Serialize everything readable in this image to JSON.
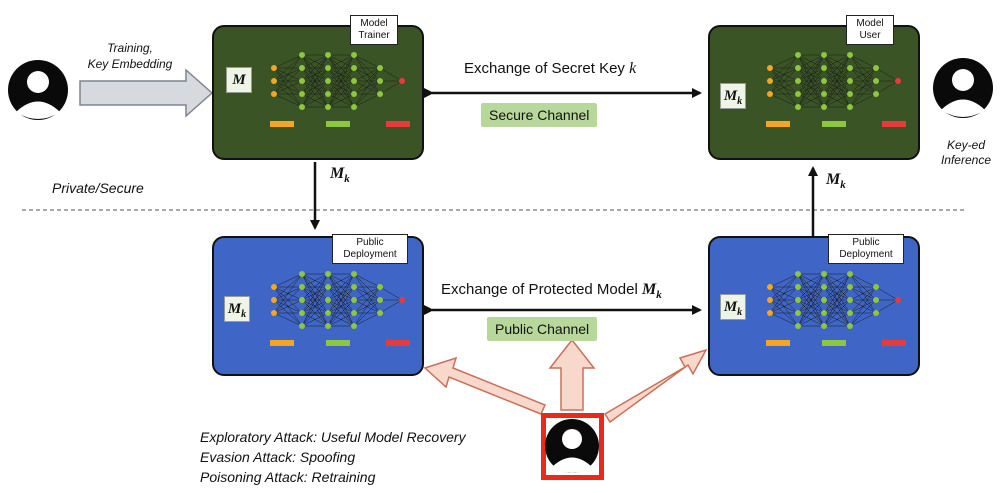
{
  "colors": {
    "trainer_panel": "#3a5426",
    "deploy_panel": "#3f66c6",
    "channel_label_bg": "#b7d89a",
    "attack_arrow_fill": "#f9d8cc",
    "attack_arrow_stroke": "#c8705a",
    "adversary_bg": "#e8291c",
    "input_arrow_fill": "#d6d9de"
  },
  "icons": {
    "owner": "user-silhouette-icon",
    "user": "user-silhouette-icon",
    "adversary": "user-silhouette-icon"
  },
  "trainer": {
    "tag": "Model\nTrainer",
    "model_symbol": "M",
    "model_subscript": ""
  },
  "model_user": {
    "tag": "Model\nUser",
    "model_symbol": "M",
    "model_subscript": "k"
  },
  "deploy_left": {
    "tag": "Public\nDeployment",
    "model_symbol": "M",
    "model_subscript": "k"
  },
  "deploy_right": {
    "tag": "Public\nDeployment",
    "model_symbol": "M",
    "model_subscript": "k"
  },
  "input_label": "Training,\nKey Embedding",
  "secret_exchange": {
    "text": "Exchange of Secret Key ",
    "symbol": "k"
  },
  "secure_channel": "Secure Channel",
  "protected_exchange": {
    "text": "Exchange of Protected Model ",
    "symbol": "M",
    "subscript": "k"
  },
  "public_channel": "Public Channel",
  "private_secure": "Private/Secure",
  "inference_label": "Key-ed\nInference",
  "arrow_down_label": {
    "symbol": "M",
    "subscript": "k"
  },
  "arrow_up_label": {
    "symbol": "M",
    "subscript": "k"
  },
  "attacks": [
    "Exploratory Attack: Useful Model Recovery",
    "Evasion Attack: Spoofing",
    "Poisoning Attack: Retraining"
  ]
}
